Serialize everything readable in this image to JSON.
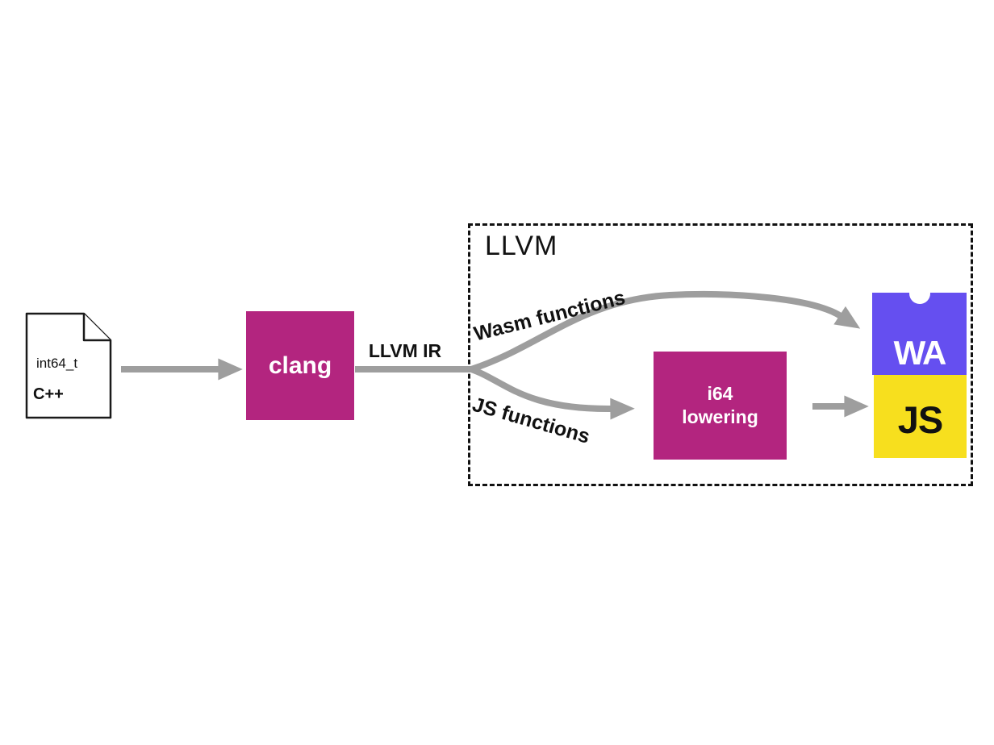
{
  "diagram": {
    "source_file": {
      "type_label": "int64_t",
      "lang_label": "C++"
    },
    "clang": {
      "label": "clang"
    },
    "ir_label": "LLVM IR",
    "llvm_box": {
      "title": "LLVM"
    },
    "branch_labels": {
      "wasm": "Wasm functions",
      "js": "JS functions"
    },
    "i64_lowering": {
      "line1": "i64",
      "line2": "lowering"
    },
    "wasm_logo": {
      "text": "WA"
    },
    "js_logo": {
      "text": "JS"
    }
  },
  "colors": {
    "box_magenta": "#b3257f",
    "arrow_gray": "#9e9e9e",
    "wasm_purple": "#654ff0",
    "js_yellow": "#f7df1e",
    "outline_black": "#111111",
    "background": "#ffffff"
  }
}
